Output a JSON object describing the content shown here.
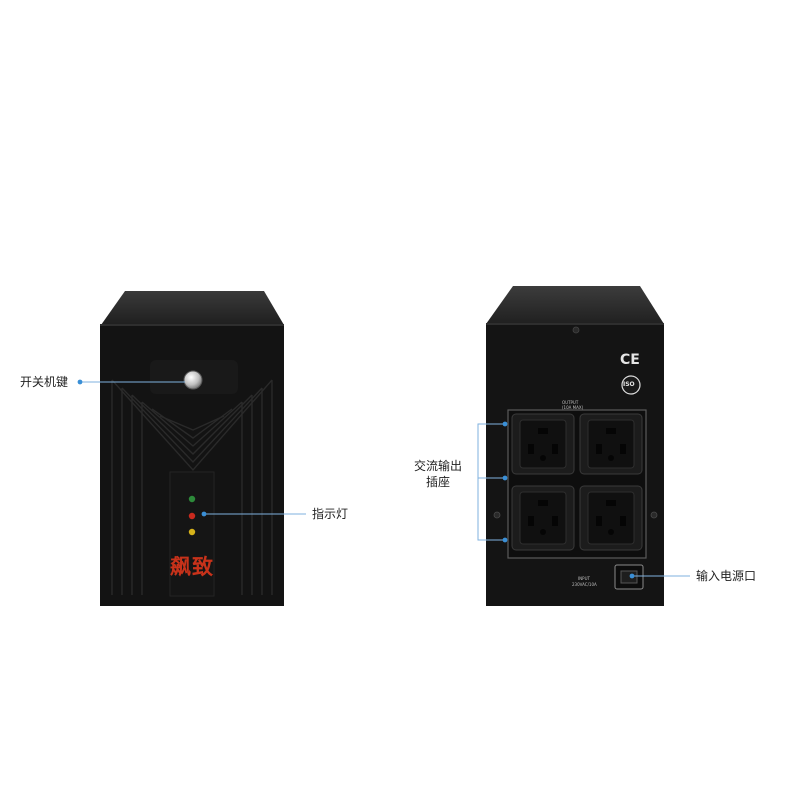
{
  "front_unit": {
    "brand_text": "飙致",
    "brand_color": "#c8321a",
    "leds": [
      "green",
      "red",
      "yellow"
    ]
  },
  "rear_unit": {
    "ce_mark": "CE",
    "iso_mark": "ISO",
    "output_label": "OUTPUT",
    "output_sublabel": "(10A MAX)",
    "input_label": "INPUT",
    "input_sublabel": "230VAC/10A"
  },
  "callouts": {
    "power_switch": "开关机键",
    "indicator_lights": "指示灯",
    "ac_output_line1": "交流输出",
    "ac_output_line2": "插座",
    "power_input": "输入电源口"
  },
  "colors": {
    "callout_dot": "#3a8fd6",
    "callout_line": "#7fb2df",
    "body": "#141414"
  }
}
